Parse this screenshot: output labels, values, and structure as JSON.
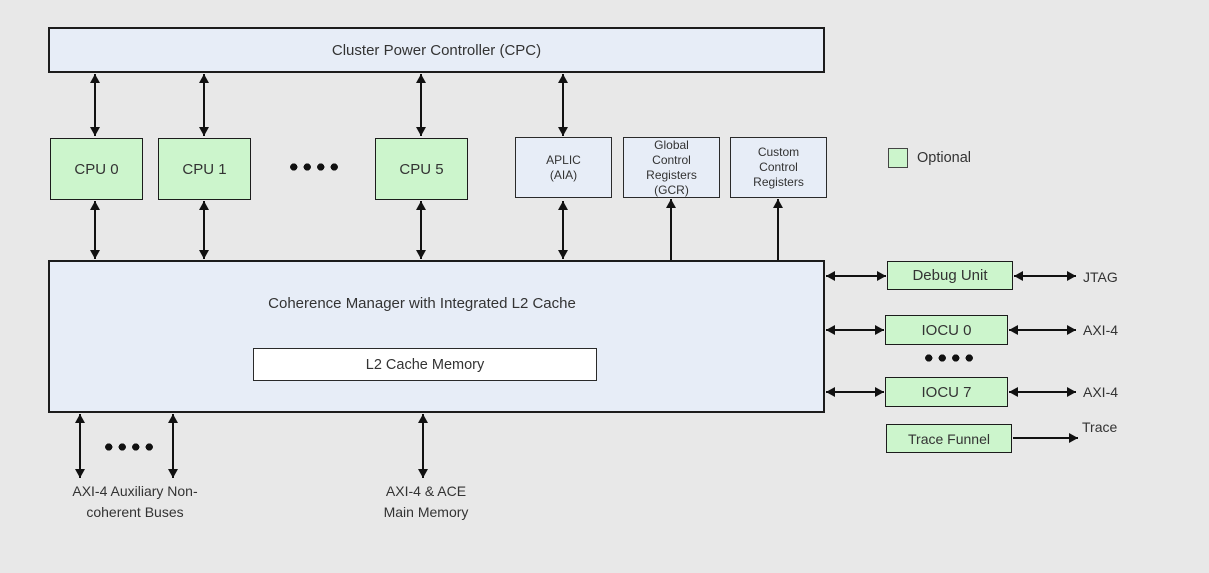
{
  "diagram": {
    "title_block": {
      "label": "Cluster Power Controller (CPC)"
    },
    "cpus": [
      {
        "label": "CPU 0"
      },
      {
        "label": "CPU 1"
      },
      {
        "label": "CPU 5"
      }
    ],
    "aplic": {
      "lines": [
        "APLIC",
        "(AIA)"
      ]
    },
    "gcr": {
      "lines": [
        "Global",
        "Control",
        "Registers",
        "(GCR)"
      ]
    },
    "custom_registers": {
      "lines": [
        "Custom",
        "Control",
        "Registers"
      ]
    },
    "legend": {
      "label": "Optional",
      "swatch_color": "#ccf5cc"
    },
    "coherence_manager": {
      "label": "Coherence Manager with Integrated L2 Cache"
    },
    "l2_cache": {
      "label": "L2 Cache Memory"
    },
    "right_units": [
      {
        "label": "Debug Unit",
        "port": "JTAG"
      },
      {
        "label": "IOCU 0",
        "port": "AXI-4"
      },
      {
        "label": "IOCU 7",
        "port": "AXI-4"
      },
      {
        "label": "Trace Funnel",
        "port": "Trace"
      }
    ],
    "bottom_labels": {
      "aux_line1": "AXI-4 Auxiliary Non-",
      "aux_line2": "coherent Buses",
      "main_line1": "AXI-4 & ACE",
      "main_line2": "Main Memory"
    },
    "colors": {
      "optional_green": "#ccf5cc",
      "block_blue": "#e7edf7",
      "background": "#e8e8e8"
    }
  }
}
